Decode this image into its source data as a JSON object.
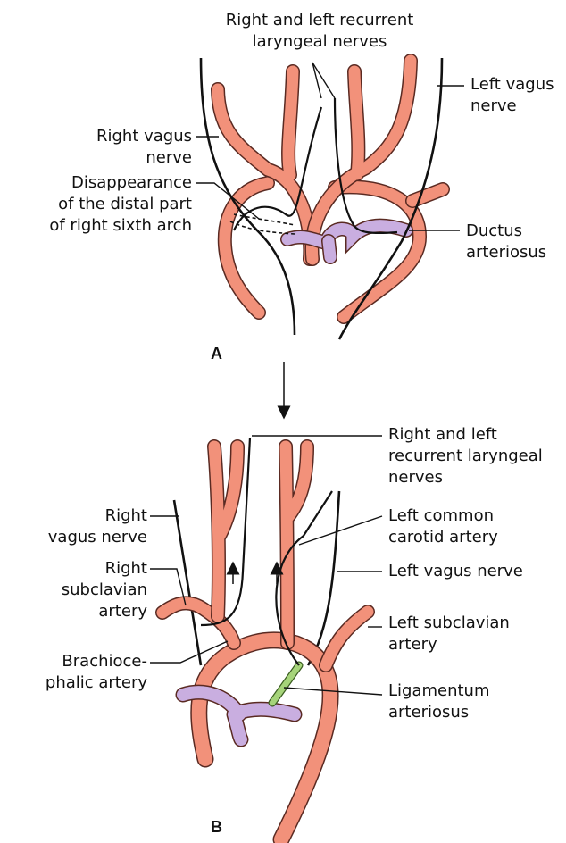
{
  "panels": {
    "a": {
      "letter": "A",
      "nerves_title_line1": "Right and left recurrent",
      "nerves_title_line2": "laryngeal nerves",
      "left_vagus_line1": "Left vagus",
      "left_vagus_line2": "nerve",
      "right_vagus_line1": "Right vagus",
      "right_vagus_line2": "nerve",
      "disappear_line1": "Disappearance",
      "disappear_line2": "of the distal part",
      "disappear_line3": "of right sixth arch",
      "ductus_line1": "Ductus",
      "ductus_line2": "arteriosus"
    },
    "b": {
      "letter": "B",
      "nerves_line1": "Right and left",
      "nerves_line2": "recurrent laryngeal",
      "nerves_line3": "nerves",
      "carotid_line1": "Left common",
      "carotid_line2": "carotid artery",
      "left_vagus": "Left vagus nerve",
      "left_subclavian_line1": "Left subclavian",
      "left_subclavian_line2": "artery",
      "ligamentum_line1": "Ligamentum",
      "ligamentum_line2": "arteriosus",
      "right_vagus_line1": "Right",
      "right_vagus_line2": "vagus nerve",
      "right_subclavian_line1": "Right",
      "right_subclavian_line2": "subclavian",
      "right_subclavian_line3": "artery",
      "brachio_line1": "Brachioce-",
      "brachio_line2": "phalic artery"
    }
  },
  "colors": {
    "artery": "#f2917a",
    "artery_outline": "#5a2a22",
    "pulmonary": "#c9aee0",
    "ligamentum": "#a6d47a",
    "nerve": "#111111"
  }
}
